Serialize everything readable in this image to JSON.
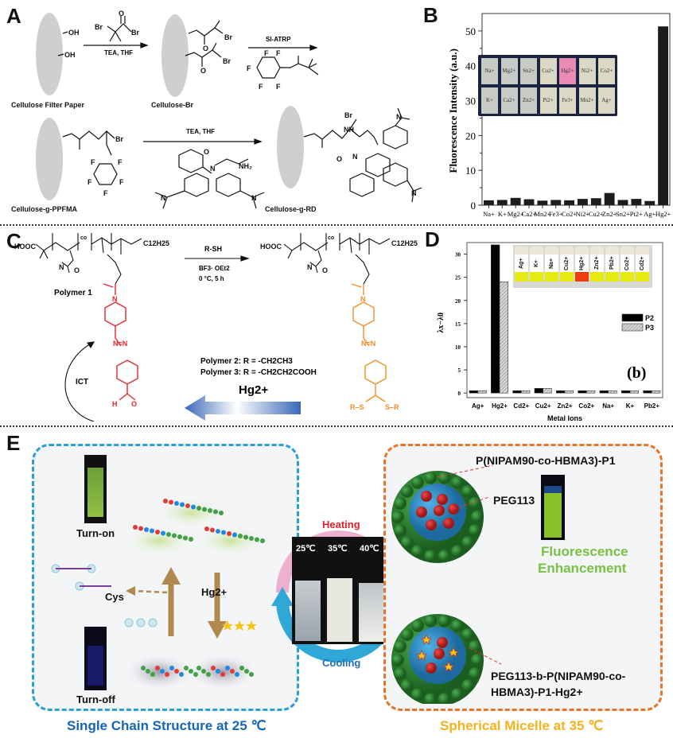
{
  "panelA": {
    "letter": "A",
    "step1_reagent": "TEA, THF",
    "step2_reagent": "SI-ATRP",
    "step3_reagent": "TEA, THF",
    "labels": [
      "Cellulose Filter Paper",
      "Cellulose-Br",
      "Cellulose-g-PPFMA",
      "Cellulose-g-RD"
    ],
    "atoms": {
      "oh": "OH",
      "br": "Br",
      "o": "O",
      "f": "F",
      "n": "N",
      "nh": "NH",
      "nh2": "NH2"
    }
  },
  "panelB": {
    "letter": "B",
    "inset_row1": [
      "Na+",
      "Mg2+",
      "Sn2+",
      "Cu2+",
      "Hg2+",
      "Ni2+",
      "Co2+"
    ],
    "inset_row2": [
      "K+",
      "Ca2+",
      "Zn2+",
      "Pt2+",
      "Fe3+",
      "Mn2+",
      "Ag+"
    ],
    "inset_highlight_color": "#e98bb4"
  },
  "panelC": {
    "letter": "C",
    "reagent_top": "R-SH",
    "reagent_mid": "BF3· OEt2",
    "reagent_bottom": "0 °C, 5 h",
    "polymer1_label": "Polymer 1",
    "polymer2_def": "Polymer 2: R = -CH2CH3",
    "polymer3_def": "Polymer 3: R = -CH2CH2COOH",
    "ict_label": "ICT",
    "hg_label": "Hg2+",
    "end_group": "C12H25",
    "start_group": "HOOC",
    "red_color": "#e8262a",
    "orange_color": "#f28c28"
  },
  "panelD": {
    "letter": "D",
    "inset_vials": [
      "Ag+",
      "K+",
      "Na+",
      "Cu2+",
      "Hg2+",
      "Zn2+",
      "Pb2+",
      "Co2+",
      "Cd2+"
    ],
    "panel_tag": "(b)"
  },
  "panelE": {
    "letter": "E",
    "turn_on": "Turn-on",
    "turn_off": "Turn-off",
    "cys": "Cys",
    "hg": "Hg2+",
    "heating": "Heating",
    "cooling": "Cooling",
    "temps": [
      "25℃",
      "35℃",
      "40℃"
    ],
    "micelle_label1": "P(NIPAM90-co-HBMA3)-P1",
    "micelle_label2": "PEG113",
    "fluorescence": "Fluorescence",
    "enhancement": "Enhancement",
    "micelle_label3_line1": "PEG113-b-P(NIPAM90-co-",
    "micelle_label3_line2": "HBMA3)-P1-Hg2+",
    "caption_left": "Single Chain Structure at 25 ℃",
    "caption_right": "Spherical Micelle at 35 ℃",
    "colors": {
      "blue_box": "#2a9fd6",
      "orange_box": "#e8742a",
      "caption_blue": "#1565b8",
      "caption_orange": "#f5b21b",
      "heating": "#e8202a",
      "cooling": "#1e6fbd",
      "fluor_green": "#7ac143"
    }
  },
  "chart_data": [
    {
      "type": "bar",
      "title": "",
      "xlabel": "",
      "ylabel": "Fluorescence Intensity (a.u.)",
      "ylim": [
        0,
        55
      ],
      "yticks": [
        0,
        10,
        20,
        30,
        40,
        50
      ],
      "categories": [
        "Na+",
        "K+",
        "Mg2+",
        "Ca2+",
        "Mn2+",
        "Fe3+",
        "Co2+",
        "Ni2+",
        "Cu2+",
        "Zn2+",
        "Sn2+",
        "Pt2+",
        "Ag+",
        "Hg2+"
      ],
      "values": [
        1.4,
        1.5,
        2.1,
        1.7,
        1.3,
        1.5,
        1.4,
        1.8,
        2.0,
        3.5,
        1.5,
        1.8,
        1.2,
        51.3
      ],
      "grid": false
    },
    {
      "type": "bar",
      "title": "",
      "xlabel": "Metal Ions",
      "ylabel": "λx−λ0",
      "ylim": [
        -1,
        32.5
      ],
      "yticks": [
        0,
        5,
        10,
        15,
        20,
        25,
        30
      ],
      "categories": [
        "Ag+",
        "Hg2+",
        "Cd2+",
        "Cu2+",
        "Zn2+",
        "Co2+",
        "Na+",
        "K+",
        "Pb2+"
      ],
      "series": [
        {
          "name": "P2",
          "values": [
            0.5,
            32,
            0.5,
            1.0,
            0.5,
            0.5,
            0.5,
            0.5,
            0.5
          ]
        },
        {
          "name": "P3",
          "values": [
            0.5,
            24,
            0.5,
            1.0,
            0.5,
            0.5,
            0.5,
            0.5,
            0.5
          ]
        }
      ],
      "legend": "right",
      "grid": false
    }
  ]
}
